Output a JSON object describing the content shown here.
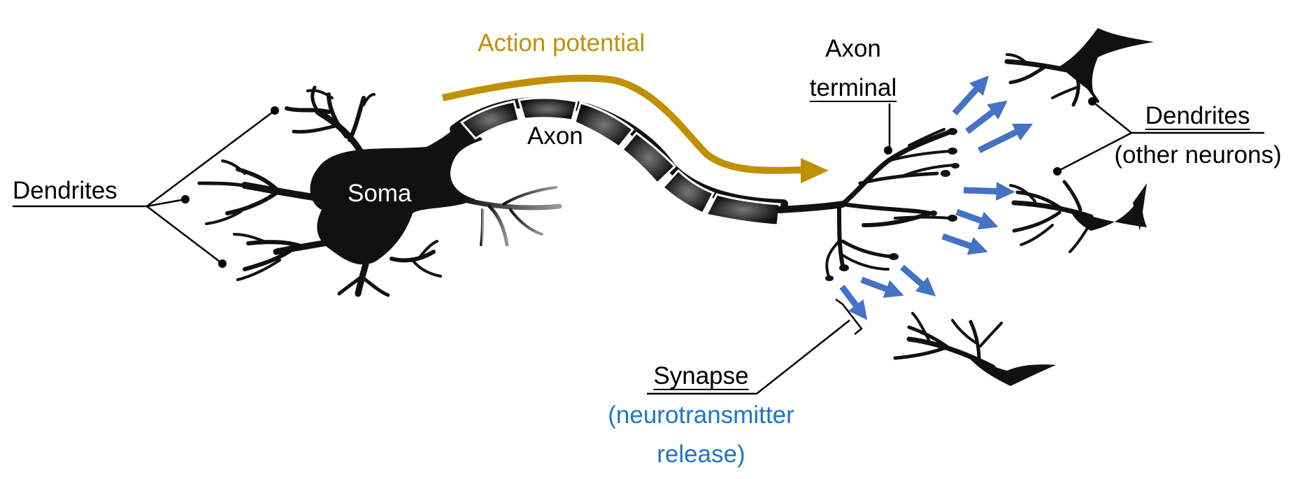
{
  "labels": {
    "dendrites_left": "Dendrites",
    "soma": "Soma",
    "axon": "Axon",
    "action_potential": "Action potential",
    "axon_terminal_line1": "Axon",
    "axon_terminal_line2": "terminal",
    "dendrites_right_line1": "Dendrites",
    "dendrites_right_line2": "(other neurons)",
    "synapse": "Synapse",
    "neurotransmitter_line1": "(neurotransmitter",
    "neurotransmitter_line2": "release)"
  },
  "colors": {
    "action_potential": "#BF9000",
    "neurotransmitter_text": "#1F74C6",
    "neurotransmitter_arrows": "#4472C4",
    "neuron": "#111111",
    "leader_lines": "#000000"
  }
}
